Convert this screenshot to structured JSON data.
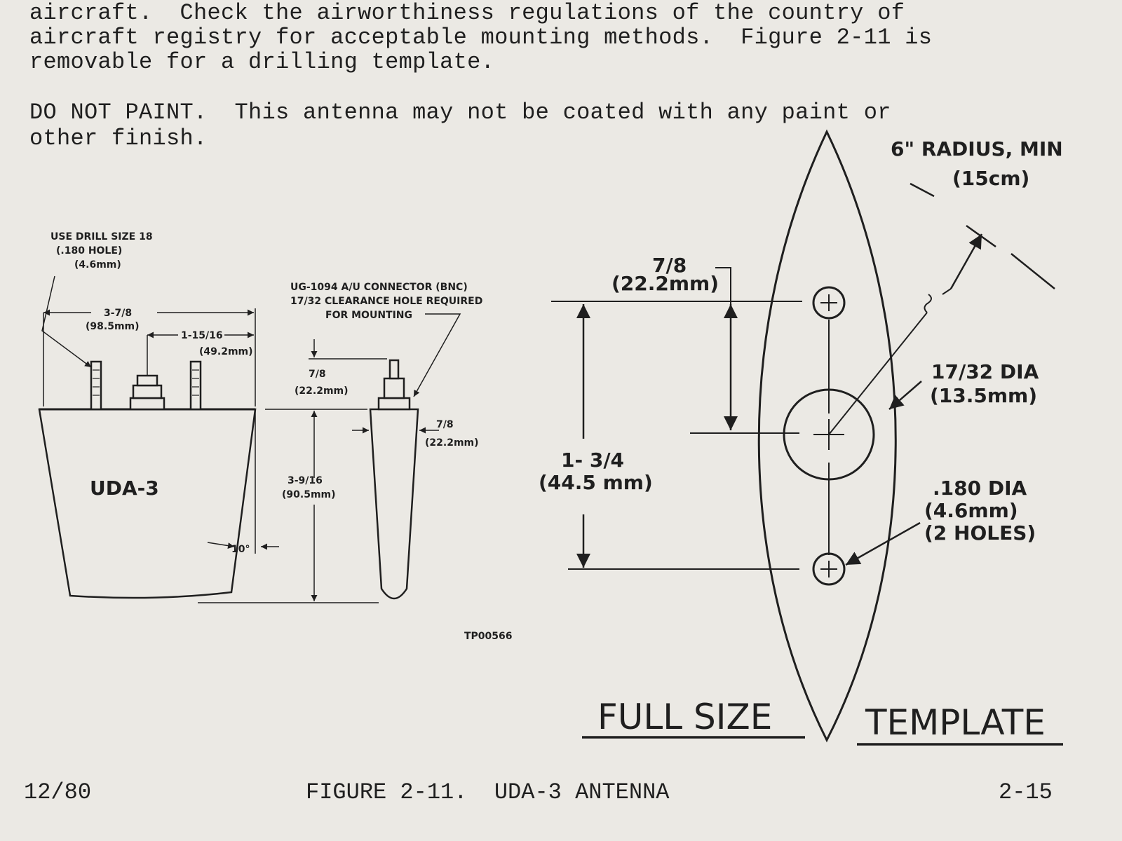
{
  "paragraph1": {
    "line1": "aircraft.  Check the airworthiness regulations of the country of",
    "line2": "aircraft registry for acceptable mounting methods.  Figure 2-11 is",
    "line3": "removable for a drilling template."
  },
  "paragraph2": {
    "line1": "DO NOT PAINT.  This antenna may not be coated with any paint or",
    "line2": "other finish."
  },
  "side_view": {
    "drill_line1": "USE DRILL SIZE 18",
    "drill_line2": "(.180 HOLE)",
    "drill_line3": "(4.6mm)",
    "width_label": "3-7/8",
    "width_mm": "(98.5mm)",
    "offset_label": "1-15/16",
    "offset_mm": "(49.2mm)",
    "model": "UDA-3",
    "angle": "10°"
  },
  "end_view": {
    "connector_line1": "UG-1094 A/U CONNECTOR (BNC)",
    "connector_line2": "17/32 CLEARANCE HOLE REQUIRED",
    "connector_line3": "FOR MOUNTING",
    "conn_height": "7/8",
    "conn_height_mm": "(22.2mm)",
    "height": "3-9/16",
    "height_mm": "(90.5mm)",
    "base_width": "7/8",
    "base_width_mm": "(22.2mm)",
    "drawing_id": "TP00566"
  },
  "template": {
    "radius_line1": "6\" RADIUS, MIN",
    "radius_line2": "(15cm)",
    "top_spacing": "7/8",
    "top_spacing_mm": "(22.2mm)",
    "total_spacing": "1- 3/4",
    "total_spacing_mm": "(44.5 mm)",
    "center_hole": "17/32 DIA",
    "center_hole_mm": "(13.5mm)",
    "small_holes_line1": ".180 DIA",
    "small_holes_line2": "(4.6mm)",
    "small_holes_line3": "(2 HOLES)",
    "title_left": "FULL SIZE",
    "title_right": "TEMPLATE"
  },
  "footer": {
    "date": "12/80",
    "caption": "FIGURE 2-11.  UDA-3 ANTENNA",
    "page": "2-15"
  }
}
